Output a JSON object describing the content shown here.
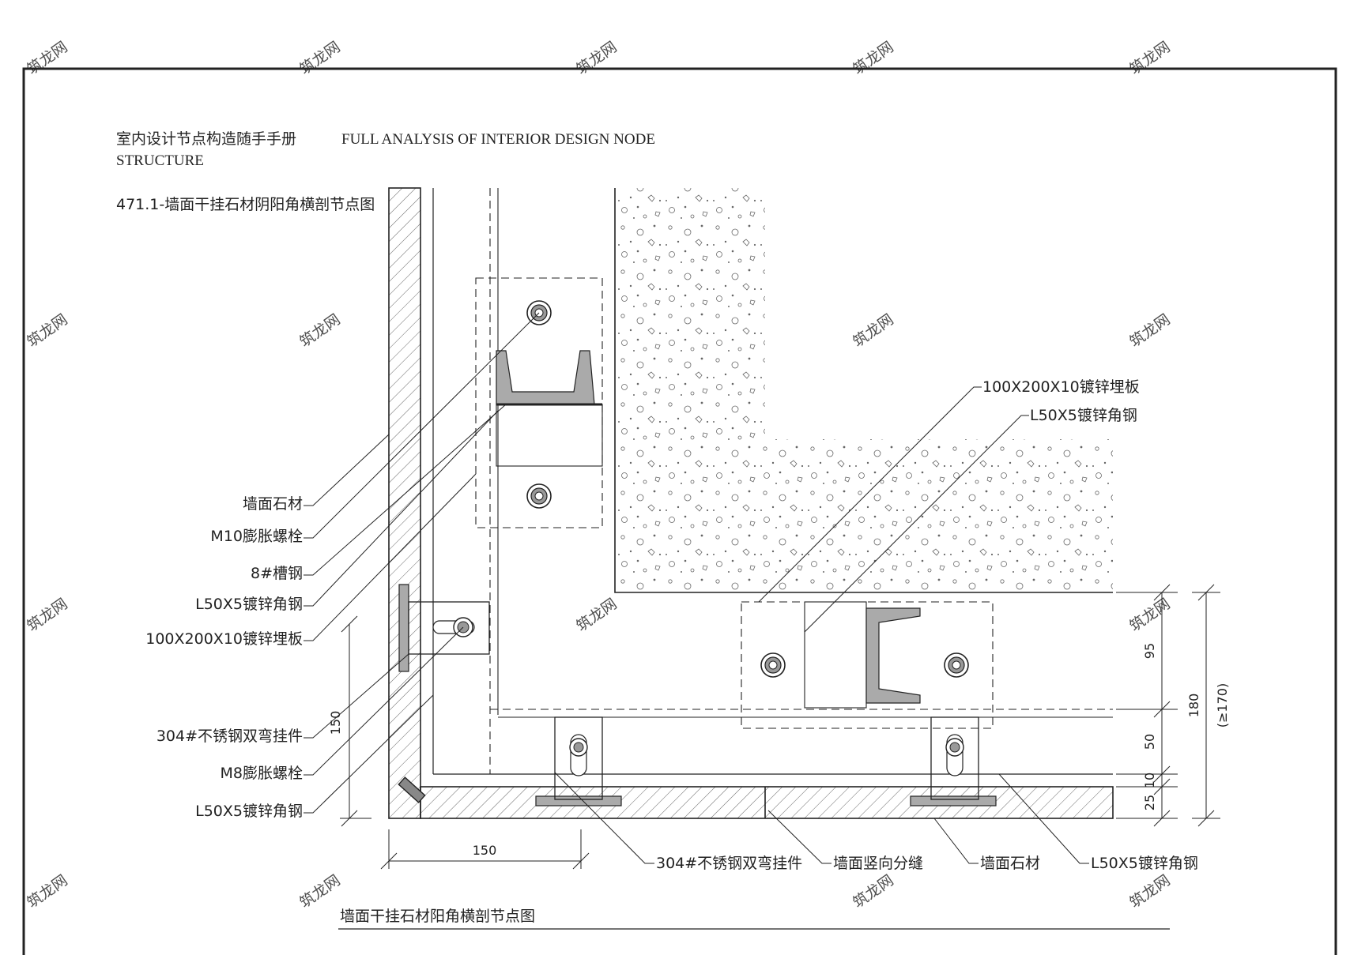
{
  "header": {
    "title_cn": "室内设计节点构造随手手册",
    "title_en_1": "FULL ANALYSIS OF INTERIOR DESIGN NODE",
    "title_en_2": "STRUCTURE",
    "section_title": "471.1-墙面干挂石材阴阳角横剖节点图"
  },
  "left_labels": [
    "墙面石材",
    "M10膨胀螺栓",
    "8#槽钢",
    "L50X5镀锌角钢",
    "100X200X10镀锌埋板",
    "304#不锈钢双弯挂件",
    "M8膨胀螺栓",
    "L50X5镀锌角钢"
  ],
  "right_top_labels": [
    "100X200X10镀锌埋板",
    "L50X5镀锌角钢"
  ],
  "bottom_labels": [
    "304#不锈钢双弯挂件",
    "墙面竖向分缝",
    "墙面石材",
    "L50X5镀锌角钢"
  ],
  "dimensions": {
    "left_vertical": "150",
    "bottom_horizontal": "150",
    "right_segments": [
      "95",
      "50",
      "10",
      "25"
    ],
    "right_total": "180",
    "right_total_note": "(≥170)"
  },
  "caption": "墙面干挂石材阳角横剖节点图",
  "watermark": "筑龙网",
  "colors": {
    "line": "#222222",
    "background": "#ffffff"
  }
}
